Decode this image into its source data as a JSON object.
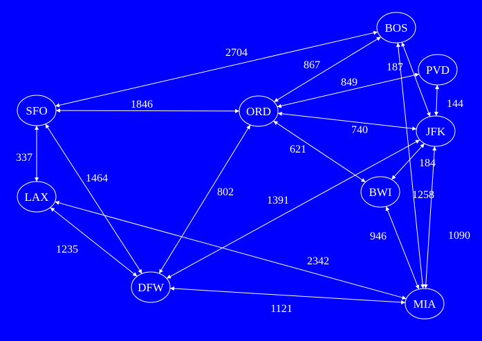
{
  "colors": {
    "background": "#0000ff",
    "foreground": "#ffffff"
  },
  "nodes": [
    {
      "id": "BOS",
      "label": "BOS"
    },
    {
      "id": "PVD",
      "label": "PVD"
    },
    {
      "id": "SFO",
      "label": "SFO"
    },
    {
      "id": "ORD",
      "label": "ORD"
    },
    {
      "id": "JFK",
      "label": "JFK"
    },
    {
      "id": "LAX",
      "label": "LAX"
    },
    {
      "id": "BWI",
      "label": "BWI"
    },
    {
      "id": "DFW",
      "label": "DFW"
    },
    {
      "id": "MIA",
      "label": "MIA"
    }
  ],
  "edges": [
    {
      "from": "SFO",
      "to": "BOS",
      "weight": "2704"
    },
    {
      "from": "ORD",
      "to": "BOS",
      "weight": "867"
    },
    {
      "from": "BOS",
      "to": "JFK",
      "weight": "187"
    },
    {
      "from": "ORD",
      "to": "PVD",
      "weight": "849"
    },
    {
      "from": "PVD",
      "to": "JFK",
      "weight": "144"
    },
    {
      "from": "SFO",
      "to": "ORD",
      "weight": "1846"
    },
    {
      "from": "ORD",
      "to": "JFK",
      "weight": "740"
    },
    {
      "from": "ORD",
      "to": "BWI",
      "weight": "621"
    },
    {
      "from": "JFK",
      "to": "BWI",
      "weight": "184"
    },
    {
      "from": "SFO",
      "to": "LAX",
      "weight": "337"
    },
    {
      "from": "SFO",
      "to": "DFW",
      "weight": "1464"
    },
    {
      "from": "ORD",
      "to": "DFW",
      "weight": "802"
    },
    {
      "from": "JFK",
      "to": "DFW",
      "weight": "1391"
    },
    {
      "from": "BOS",
      "to": "MIA",
      "weight": "1258"
    },
    {
      "from": "JFK",
      "to": "MIA",
      "weight": "1090"
    },
    {
      "from": "BWI",
      "to": "MIA",
      "weight": "946"
    },
    {
      "from": "LAX",
      "to": "DFW",
      "weight": "1235"
    },
    {
      "from": "LAX",
      "to": "MIA",
      "weight": "2342"
    },
    {
      "from": "DFW",
      "to": "MIA",
      "weight": "1121"
    }
  ]
}
